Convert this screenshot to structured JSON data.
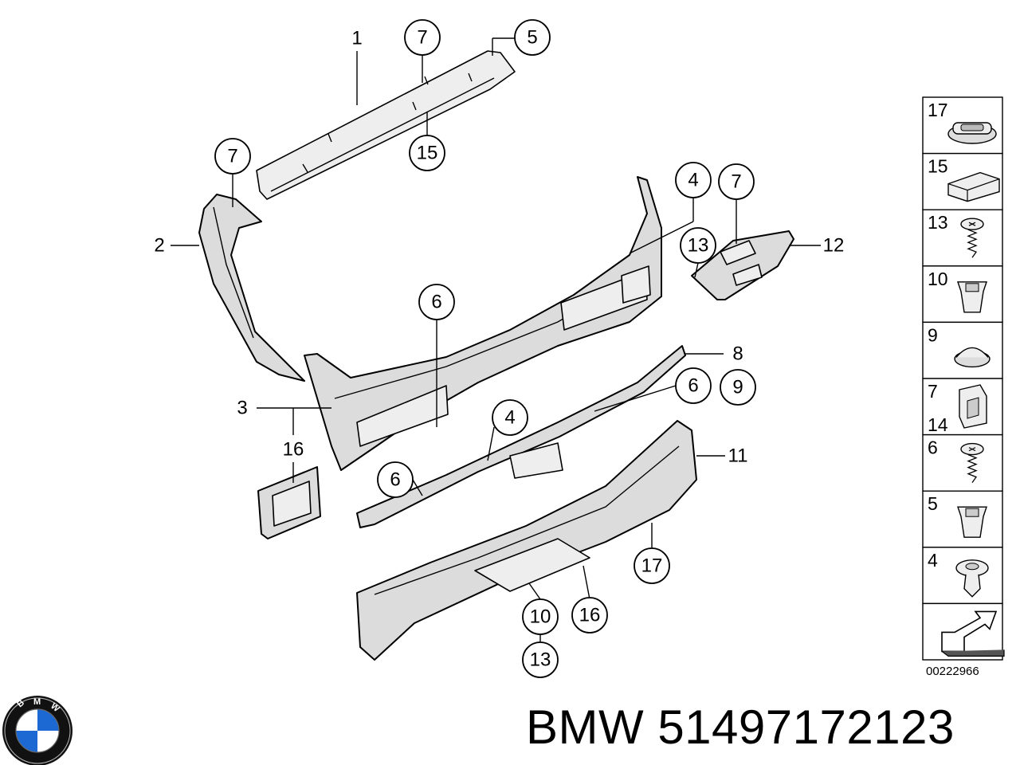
{
  "diagram": {
    "drawing_number": "00222966",
    "brand": "BMW",
    "part_number": "51497172123",
    "logo": {
      "letters": "BMW",
      "colors": {
        "blue": "#1c69d4",
        "white": "#ffffff",
        "ring": "#111111"
      }
    },
    "callouts": [
      {
        "id": "c1",
        "label": "1",
        "circled": false
      },
      {
        "id": "c7a",
        "label": "7",
        "circled": true
      },
      {
        "id": "c5",
        "label": "5",
        "circled": true
      },
      {
        "id": "c15",
        "label": "15",
        "circled": true
      },
      {
        "id": "c7b",
        "label": "7",
        "circled": true
      },
      {
        "id": "c2",
        "label": "2",
        "circled": false
      },
      {
        "id": "c4a",
        "label": "4",
        "circled": true
      },
      {
        "id": "c7c",
        "label": "7",
        "circled": true
      },
      {
        "id": "c13a",
        "label": "13",
        "circled": true
      },
      {
        "id": "c12",
        "label": "12",
        "circled": false
      },
      {
        "id": "c6a",
        "label": "6",
        "circled": true
      },
      {
        "id": "c8",
        "label": "8",
        "circled": false
      },
      {
        "id": "c6b",
        "label": "6",
        "circled": true
      },
      {
        "id": "c9",
        "label": "9",
        "circled": true
      },
      {
        "id": "c3",
        "label": "3",
        "circled": false
      },
      {
        "id": "c4b",
        "label": "4",
        "circled": true
      },
      {
        "id": "c16a",
        "label": "16",
        "circled": false
      },
      {
        "id": "c11",
        "label": "11",
        "circled": false
      },
      {
        "id": "c6c",
        "label": "6",
        "circled": true
      },
      {
        "id": "c17",
        "label": "17",
        "circled": true
      },
      {
        "id": "c10",
        "label": "10",
        "circled": true
      },
      {
        "id": "c16b",
        "label": "16",
        "circled": true
      },
      {
        "id": "c13b",
        "label": "13",
        "circled": true
      }
    ],
    "side_parts": [
      {
        "label": "17",
        "icon": "grommet-icon"
      },
      {
        "label": "15",
        "icon": "foam-pad-icon"
      },
      {
        "label": "13",
        "icon": "screw-icon"
      },
      {
        "label": "10",
        "icon": "clip-nut-icon"
      },
      {
        "label": "9",
        "icon": "plug-cap-icon"
      },
      {
        "label": "7",
        "label2": "14",
        "icon": "spring-clip-icon"
      },
      {
        "label": "6",
        "icon": "screw-icon"
      },
      {
        "label": "5",
        "icon": "clip-nut-icon"
      },
      {
        "label": "4",
        "icon": "push-rivet-icon"
      },
      {
        "label": "",
        "icon": "arrow-icon"
      }
    ]
  }
}
